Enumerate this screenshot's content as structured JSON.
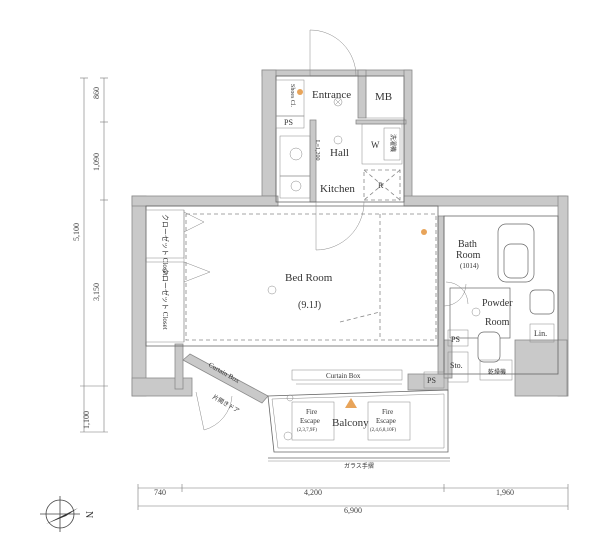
{
  "rooms": {
    "entrance": "Entrance",
    "mb": "MB",
    "shoes": "Shoes Cl.",
    "ps_entrance": "PS",
    "hall": "Hall",
    "kitchen": "Kitchen",
    "kitchen_length": "L=1,200",
    "w": "W",
    "washer_pan": "洗濯機",
    "r": "R",
    "closet1": "クローゼット Closet",
    "closet2": "クローゼット Closet",
    "bedroom": "Bed Room",
    "bedroom_size": "(9.1J)",
    "bath": "Bath",
    "bath2": "Room",
    "bath_size": "(1014)",
    "powder": "Powder",
    "powder2": "Room",
    "lin": "Lin.",
    "ps_bath": "PS",
    "sto": "Sto.",
    "ps_bottom": "PS",
    "drying": "乾燥機",
    "curtain_box_top": "Curtain Box",
    "curtain_box_side": "Curtain Box",
    "balcony": "Balcony",
    "fire_escape_1": "Fire",
    "fire_escape_1b": "Escape",
    "fire_escape_1c": "(2,3,7,9F)",
    "fire_escape_2": "Fire",
    "fire_escape_2b": "Escape",
    "fire_escape_2c": "(2,4,6,8,10F)",
    "glass_rail": "ガラス手摺",
    "side_door": "片開きドア"
  },
  "dimensions": {
    "v1": "860",
    "v2": "1,090",
    "v3": "5,100",
    "v4": "3,150",
    "v5": "1,100",
    "h1": "740",
    "h2": "4,200",
    "h3": "1,960",
    "h_total": "6,900"
  },
  "compass": {
    "label": "N"
  },
  "colors": {
    "wall": "#c9c9c9",
    "accent": "#e8a45a"
  }
}
